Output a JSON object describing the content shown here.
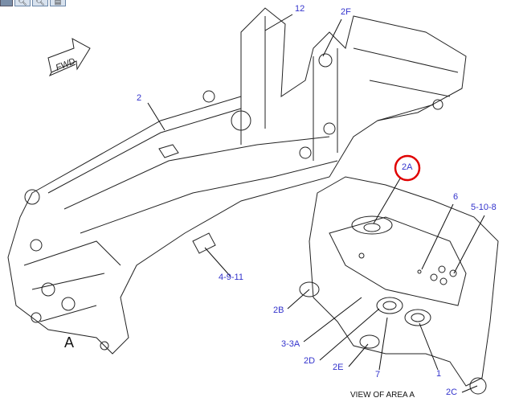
{
  "toolbar": {
    "buttons": [
      {
        "icon": "pan-icon"
      },
      {
        "icon": "zoom-in-icon"
      },
      {
        "icon": "zoom-out-icon"
      },
      {
        "icon": "print-icon"
      }
    ]
  },
  "diagram": {
    "fwd_arrow": "FWD",
    "view_letter": "A",
    "view_caption": "VIEW OF AREA A",
    "callouts": [
      "12",
      "2F",
      "2",
      "2A",
      "6",
      "5-10-8",
      "4-9-11",
      "2B",
      "3-3A",
      "2D",
      "2E",
      "7",
      "1",
      "2C"
    ],
    "highlighted_callout": "2A",
    "colors": {
      "callout": "#3333cc",
      "highlight": "#e00000",
      "line": "#222222"
    }
  }
}
